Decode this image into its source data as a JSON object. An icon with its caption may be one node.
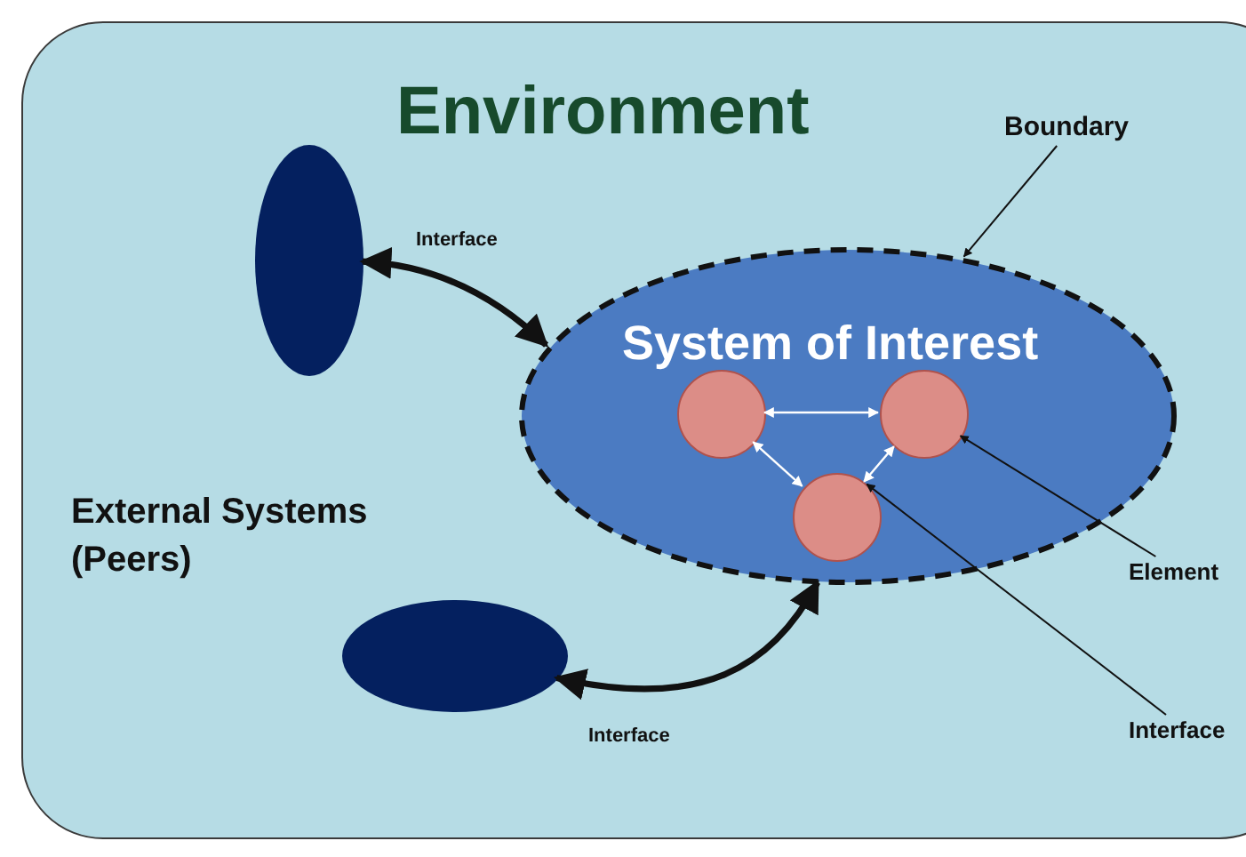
{
  "diagram": {
    "nodes": [
      {
        "text": [
          "Environment"
        ]
      },
      {
        "text": [],
        "shape": "ellipse",
        "in": 0
      },
      {
        "text": [
          "System of Interest"
        ],
        "in": 0
      },
      {
        "text": [],
        "shape": "circle",
        "in": 2
      },
      {
        "text": [],
        "shape": "circle",
        "in": 2
      },
      {
        "text": [],
        "shape": "circle",
        "in": 2
      },
      {
        "text": [],
        "shape": "ellipse",
        "in": 0
      },
      {
        "text": [
          "Boundary"
        ],
        "in": 0
      },
      {
        "text": [
          "Element"
        ],
        "in": 0
      },
      {
        "text": [
          "Interface"
        ],
        "in": 0
      }
    ],
    "edges": [
      {
        "from": 1,
        "to": 2,
        "arrow": "both",
        "label": "Interface",
        "style": "thick"
      },
      {
        "from": 6,
        "to": 2,
        "arrow": "both",
        "label": "Interface",
        "style": "thick"
      },
      {
        "from": 3,
        "to": 4,
        "arrow": "both",
        "color": "#ffffff"
      },
      {
        "from": 3,
        "to": 5,
        "arrow": "both",
        "color": "#ffffff"
      },
      {
        "from": 5,
        "to": 4,
        "arrow": "both",
        "color": "#ffffff"
      },
      {
        "from": 7,
        "to": 2,
        "arrow": "to"
      },
      {
        "from": 8,
        "to": 4,
        "arrow": "to"
      },
      {
        "from": 9,
        "to": 5,
        "arrow": "to"
      }
    ],
    "labels": [
      "External Systems (Peers)"
    ]
  }
}
